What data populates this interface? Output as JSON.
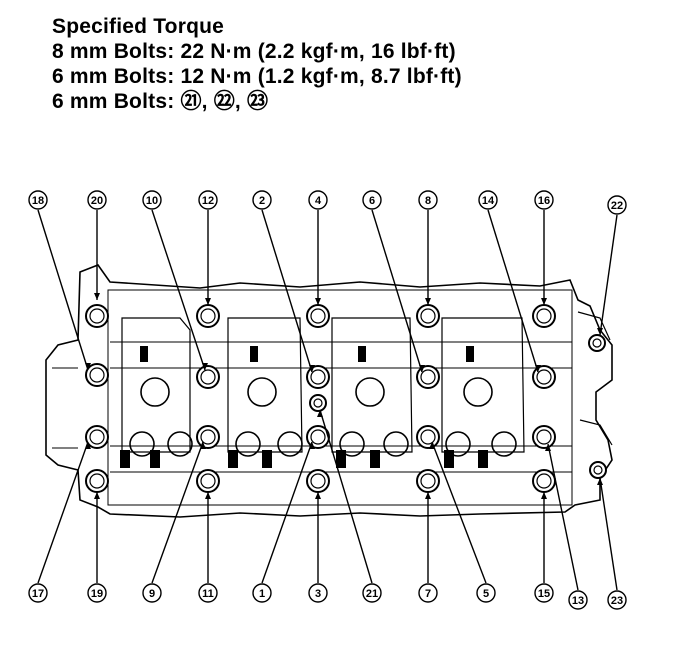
{
  "title": "Specified Torque",
  "specs": [
    {
      "label": "8 mm Bolts:",
      "value": "22 N·m (2.2 kgf·m, 16 lbf·ft)"
    },
    {
      "label": "6 mm Bolts:",
      "value": "12 N·m (1.2 kgf·m, 8.7 lbf·ft)"
    }
  ],
  "bolts_line": {
    "label": "6 mm Bolts:",
    "value": "㉑, ㉒, ㉓"
  },
  "callouts_top": [
    "18",
    "20",
    "10",
    "12",
    "2",
    "4",
    "6",
    "8",
    "14",
    "16",
    "22"
  ],
  "callouts_bottom": [
    "17",
    "19",
    "9",
    "11",
    "1",
    "3",
    "21",
    "7",
    "5",
    "15",
    "13",
    "23"
  ]
}
